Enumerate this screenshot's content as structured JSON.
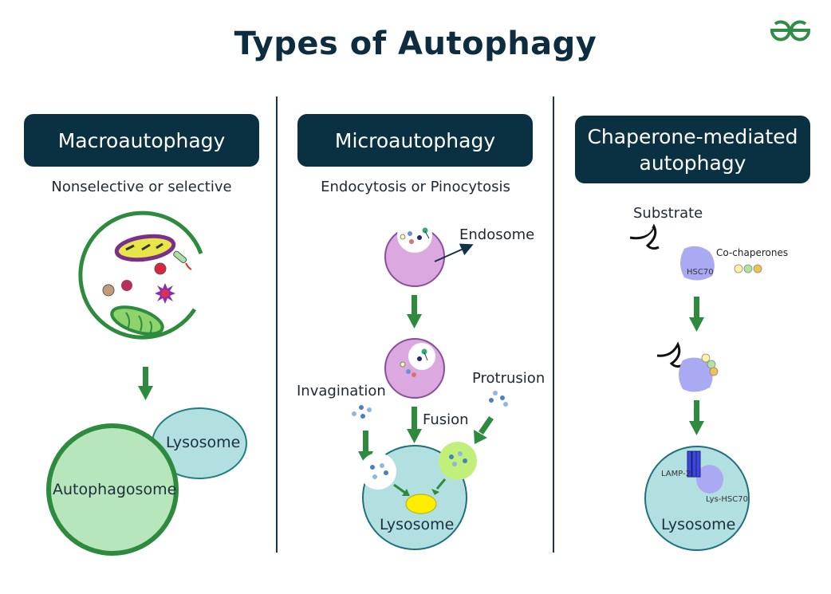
{
  "title": "Types of Autophagy",
  "logo_icon": "geeksforgeeks-logo-icon",
  "colors": {
    "header_bg": "#0a3142",
    "arrow_green": "#2e8b3e",
    "autophagosome_fill": "#b7e6bd",
    "lysosome_fill": "#b2e0e0",
    "endosome_fill": "#dba8e0",
    "hsc70_fill": "#aaaaf2"
  },
  "macro": {
    "heading": "Macroautophagy",
    "subtitle": "Nonselective or selective",
    "lysosome_label": "Lysosome",
    "autophagosome_label": "Autophagosome"
  },
  "micro": {
    "heading": "Microautophagy",
    "subtitle": "Endocytosis or Pinocytosis",
    "endosome_label": "Endosome",
    "invagination_label": "Invagination",
    "fusion_label": "Fusion",
    "protrusion_label": "Protrusion",
    "lysosome_label": "Lysosome"
  },
  "cma": {
    "heading": "Chaperone-mediated autophagy",
    "substrate_label": "Substrate",
    "hsc70_label": "HSC70",
    "cochaperones_label": "Co-chaperones",
    "lamp2_label": "LAMP-2",
    "lys_hsc70_label": "Lys-HSC70",
    "lysosome_label": "Lysosome"
  }
}
